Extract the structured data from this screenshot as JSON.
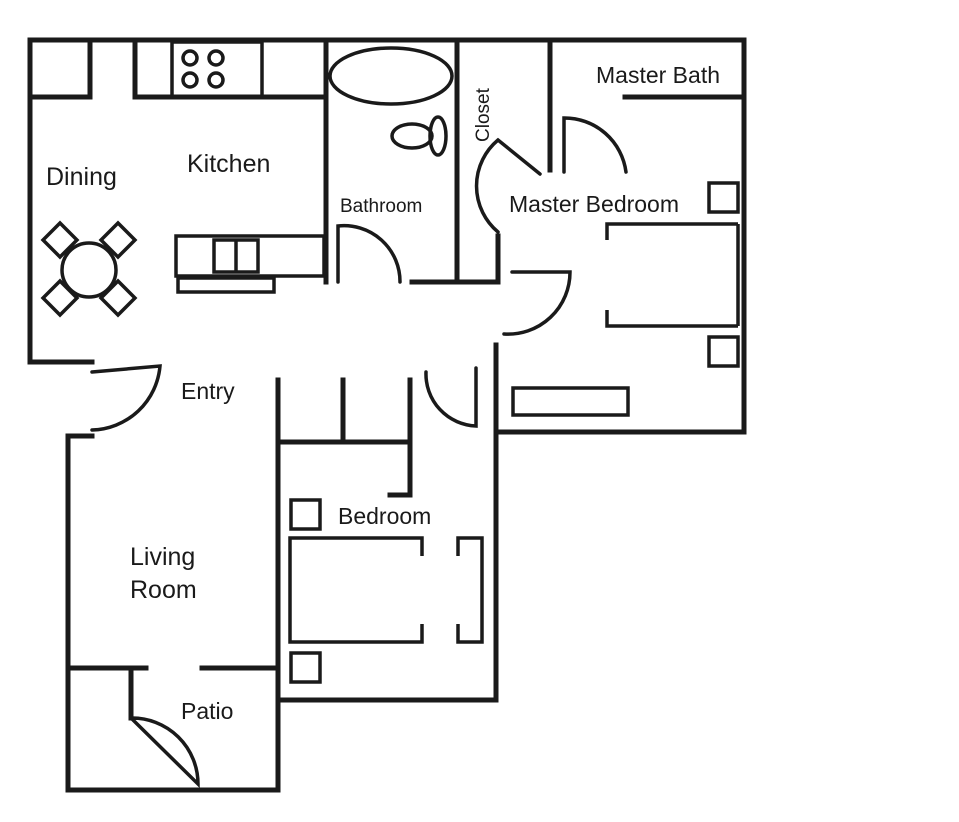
{
  "rooms": {
    "dining": "Dining",
    "kitchen": "Kitchen",
    "bathroom": "Bathroom",
    "closet": "Closet",
    "master_bath": "Master Bath",
    "master_bedroom": "Master Bedroom",
    "entry": "Entry",
    "bedroom": "Bedroom",
    "living_room_line1": "Living",
    "living_room_line2": "Room",
    "patio": "Patio"
  }
}
